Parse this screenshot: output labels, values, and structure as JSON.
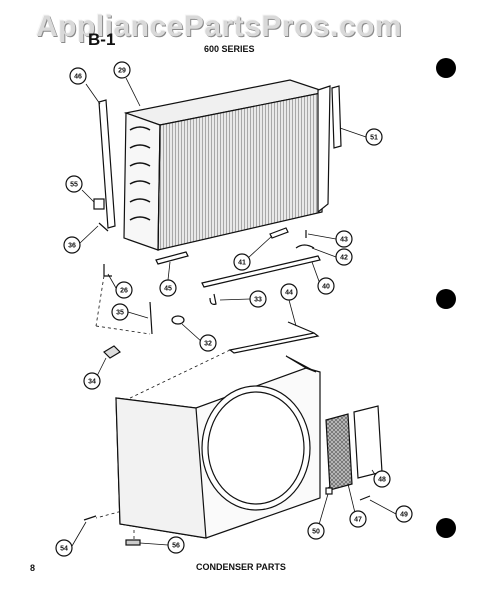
{
  "watermark": "AppliancePartsPros.com",
  "header": {
    "diagram_code": "B-1",
    "series": "600 SERIES"
  },
  "footer": {
    "page_number": "8",
    "caption": "CONDENSER PARTS"
  },
  "callouts": [
    "46",
    "29",
    "51",
    "55",
    "36",
    "43",
    "41",
    "42",
    "45",
    "40",
    "26",
    "33",
    "44",
    "35",
    "32",
    "34",
    "48",
    "50",
    "47",
    "49",
    "54",
    "56"
  ]
}
